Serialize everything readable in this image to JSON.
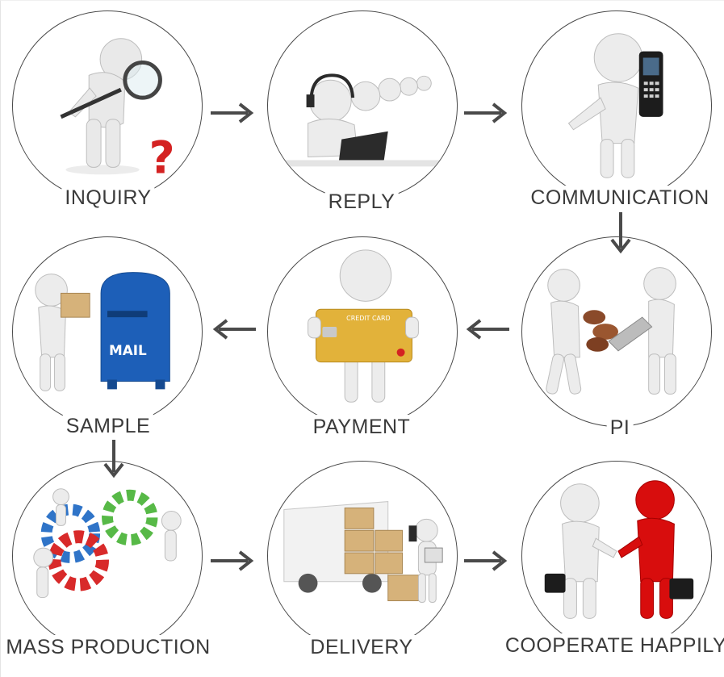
{
  "steps": [
    {
      "id": "inquiry",
      "label": "INQUIRY"
    },
    {
      "id": "reply",
      "label": "REPLY"
    },
    {
      "id": "communication",
      "label": "COMMUNICATION"
    },
    {
      "id": "pi",
      "label": "PI"
    },
    {
      "id": "payment",
      "label": "PAYMENT"
    },
    {
      "id": "sample",
      "label": "SAMPLE"
    },
    {
      "id": "mass-production",
      "label": "MASS PRODUCTION"
    },
    {
      "id": "delivery",
      "label": "DELIVERY"
    },
    {
      "id": "cooperate",
      "label": "COOPERATE HAPPILY"
    }
  ],
  "illustration_text": {
    "mailbox": "MAIL",
    "card": "CREDIT CARD",
    "question_mark": "?"
  },
  "colors": {
    "arrow": "#4a4a4a",
    "circle_border": "#4a4a4a",
    "label": "#3b3b3b",
    "mailbox_blue": "#1d5fb8",
    "card_gold": "#e2b23a",
    "question_red": "#d42222",
    "gear_red": "#d82a2a",
    "gear_green": "#57b947",
    "gear_blue": "#2f74c8",
    "partner_red": "#d80d0d"
  }
}
